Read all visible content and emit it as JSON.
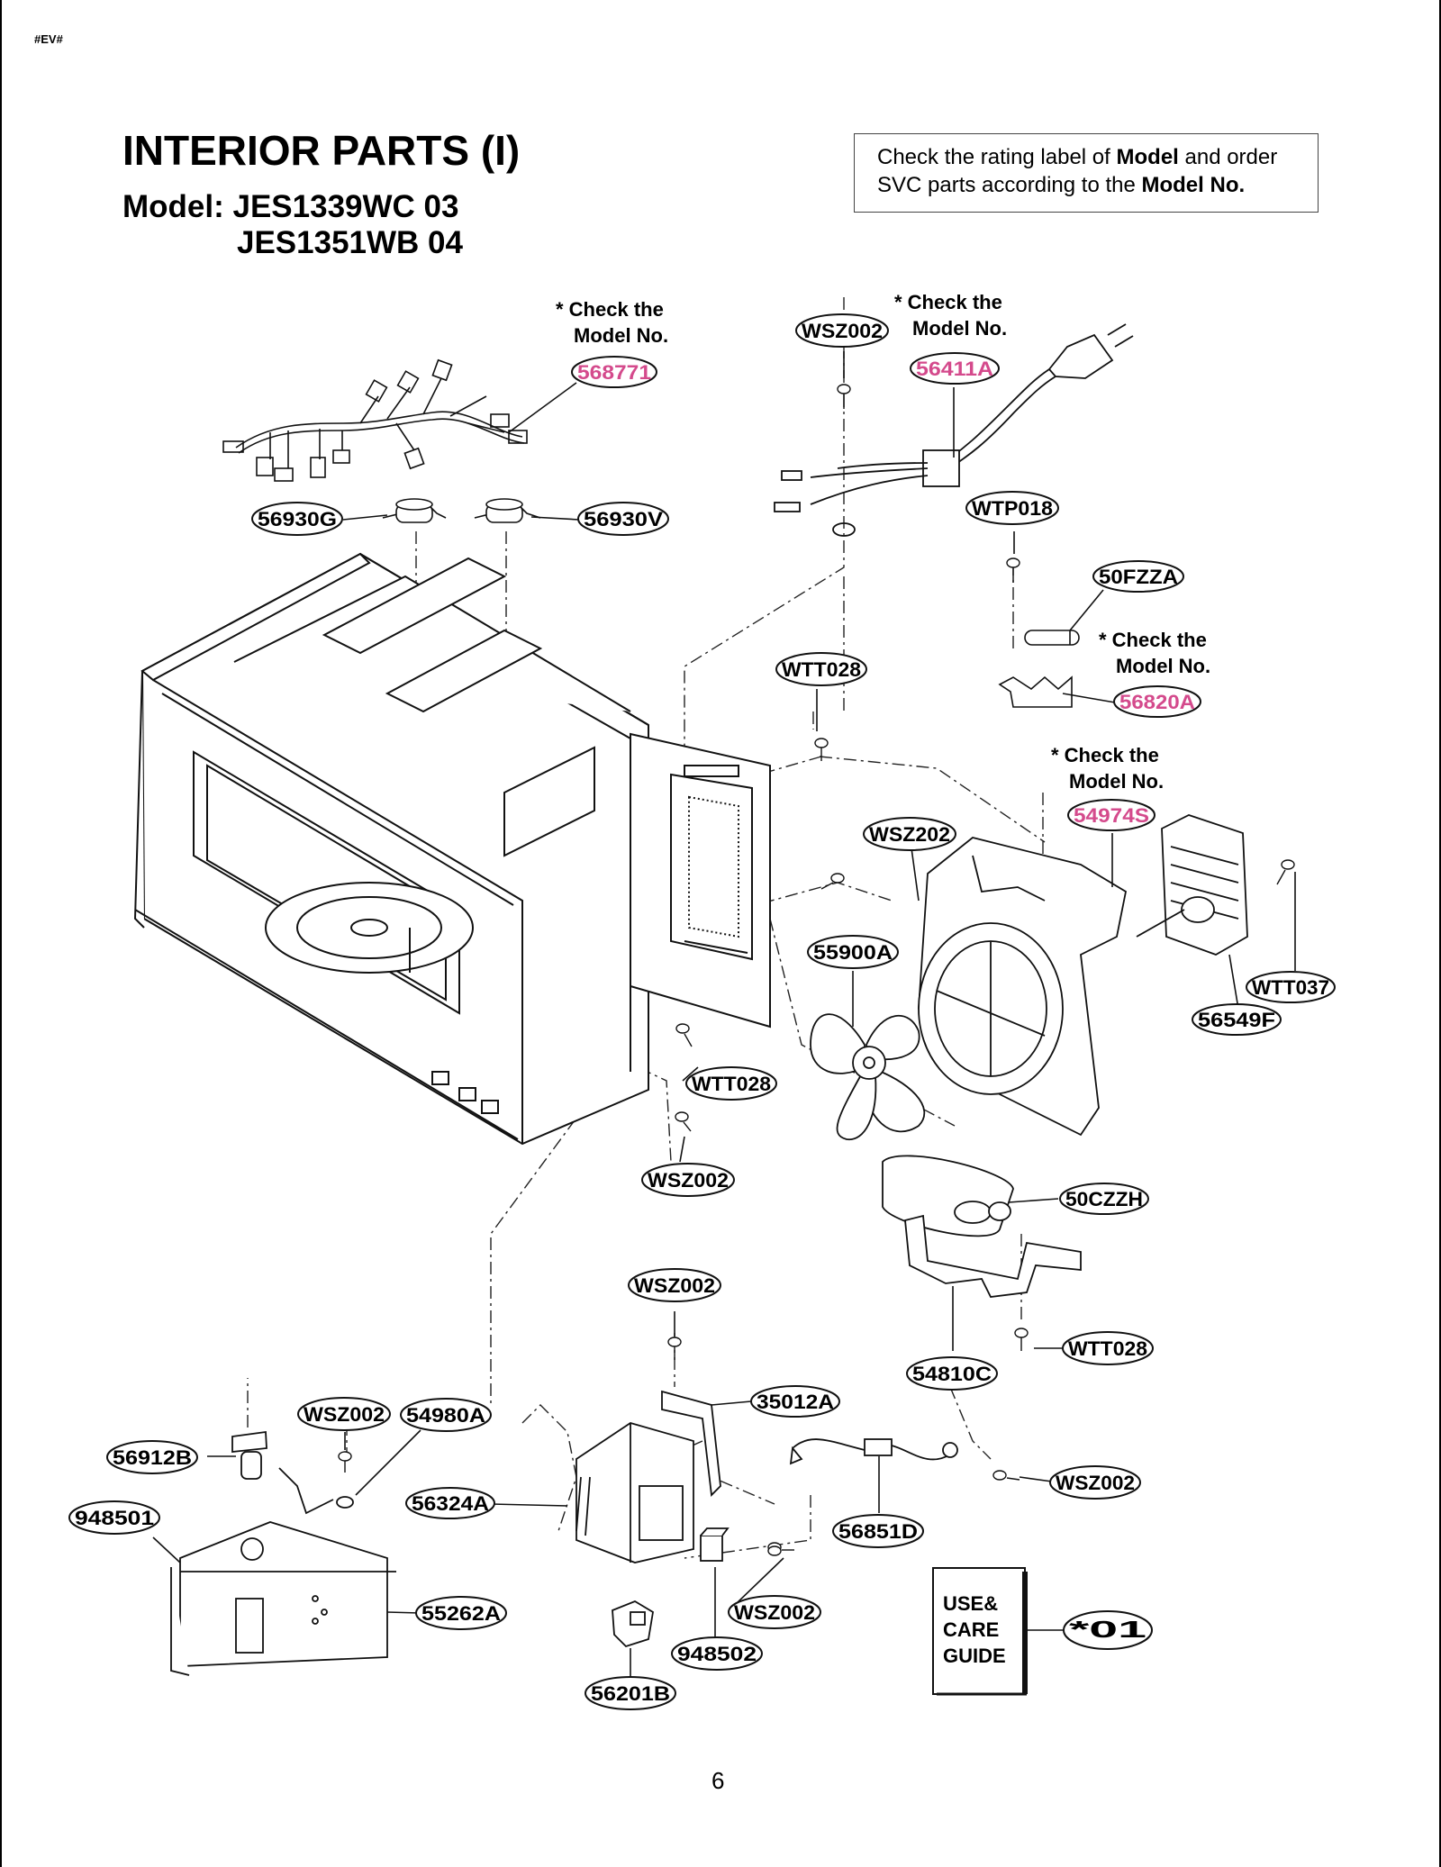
{
  "page_tag": "#EV#",
  "title": "INTERIOR PARTS (I)",
  "model_line1": "Model: JES1339WC 03",
  "model_line2": "JES1351WB 04",
  "notice": {
    "part1": "Check the rating label of ",
    "bold1": "Model",
    "part2": " and order",
    "part3": "SVC parts according to the ",
    "bold2": "Model No."
  },
  "check_note": {
    "line1": "* Check the",
    "line2": "Model No."
  },
  "guide_label": {
    "line1": "USE&",
    "line2": "CARE",
    "line3": "GUIDE"
  },
  "colors": {
    "highlight": "#d44a8c",
    "ink": "#000000"
  },
  "callouts": [
    {
      "id": "c-568771",
      "label": "568771",
      "highlight": true
    },
    {
      "id": "c-wsz002-a",
      "label": "WSZ002",
      "highlight": false
    },
    {
      "id": "c-56411a",
      "label": "56411A",
      "highlight": true
    },
    {
      "id": "c-56930g",
      "label": "56930G",
      "highlight": false
    },
    {
      "id": "c-56930v",
      "label": "56930V",
      "highlight": false
    },
    {
      "id": "c-wtp018",
      "label": "WTP018",
      "highlight": false
    },
    {
      "id": "c-50fzza",
      "label": "50FZZA",
      "highlight": false
    },
    {
      "id": "c-56820a",
      "label": "56820A",
      "highlight": true
    },
    {
      "id": "c-wtt028-a",
      "label": "WTT028",
      "highlight": false
    },
    {
      "id": "c-54974s",
      "label": "54974S",
      "highlight": true
    },
    {
      "id": "c-wsz202",
      "label": "WSZ202",
      "highlight": false
    },
    {
      "id": "c-55900a",
      "label": "55900A",
      "highlight": false
    },
    {
      "id": "c-wtt037",
      "label": "WTT037",
      "highlight": false
    },
    {
      "id": "c-56549f",
      "label": "56549F",
      "highlight": false
    },
    {
      "id": "c-wtt028-b",
      "label": "WTT028",
      "highlight": false
    },
    {
      "id": "c-wsz002-b",
      "label": "WSZ002",
      "highlight": false
    },
    {
      "id": "c-50czzh",
      "label": "50CZZH",
      "highlight": false
    },
    {
      "id": "c-wsz002-c",
      "label": "WSZ002",
      "highlight": false
    },
    {
      "id": "c-wtt028-c",
      "label": "WTT028",
      "highlight": false
    },
    {
      "id": "c-54810c",
      "label": "54810C",
      "highlight": false
    },
    {
      "id": "c-35012a",
      "label": "35012A",
      "highlight": false
    },
    {
      "id": "c-wsz002-d",
      "label": "WSZ002",
      "highlight": false
    },
    {
      "id": "c-54980a",
      "label": "54980A",
      "highlight": false
    },
    {
      "id": "c-56912b",
      "label": "56912B",
      "highlight": false
    },
    {
      "id": "c-56324a",
      "label": "56324A",
      "highlight": false
    },
    {
      "id": "c-948501",
      "label": "948501",
      "highlight": false
    },
    {
      "id": "c-56851d",
      "label": "56851D",
      "highlight": false
    },
    {
      "id": "c-wsz002-e",
      "label": "WSZ002",
      "highlight": false
    },
    {
      "id": "c-55262a",
      "label": "55262A",
      "highlight": false
    },
    {
      "id": "c-wsz002-f",
      "label": "WSZ002",
      "highlight": false
    },
    {
      "id": "c-948502",
      "label": "948502",
      "highlight": false
    },
    {
      "id": "c-56201b",
      "label": "56201B",
      "highlight": false
    },
    {
      "id": "c-01",
      "label": "*01",
      "highlight": false
    }
  ],
  "page_number": "6"
}
